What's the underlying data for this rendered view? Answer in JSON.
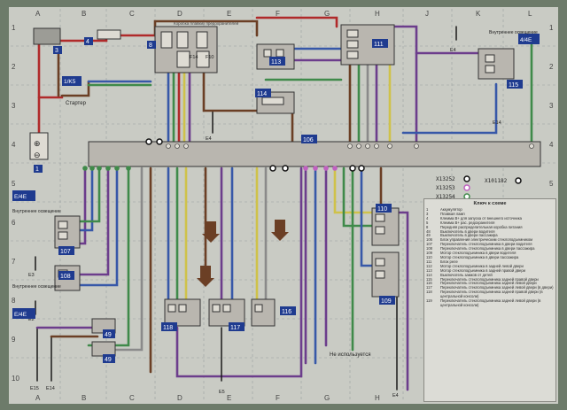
{
  "grid": {
    "cols": [
      "A",
      "B",
      "C",
      "D",
      "E",
      "F",
      "G",
      "H",
      "J",
      "K",
      "L"
    ],
    "rows": [
      "1",
      "2",
      "3",
      "4",
      "5",
      "6",
      "7",
      "8",
      "9",
      "10"
    ]
  },
  "components": {
    "c1": "1",
    "c3": "3",
    "c4": "4",
    "c8": "8",
    "c111": "111",
    "c113": "113",
    "c114": "114",
    "c115": "115",
    "c106": "106",
    "c107": "107",
    "c108": "108",
    "c110": "110",
    "c109": "109",
    "c118": "118",
    "c117": "117",
    "c116": "116",
    "c49a": "49",
    "c49b": "49",
    "c4_4e_top": "4/4E",
    "c4_4e_left1": "E/4E",
    "c4_4e_left2": "E/4E",
    "c1k5": "1/K5",
    "f14": "F14",
    "f10": "F10"
  },
  "labels": {
    "starter": "Стартер",
    "unused": "Не используется",
    "interior_light_left1": "Внутреннее освещение",
    "interior_light_left2": "Внутреннее освещение",
    "interior_light_right": "Внутреннее освещение",
    "fuse_box_label": "Коробка плавких предохранителей"
  },
  "grounds": [
    "E4",
    "E14",
    "E4",
    "E3",
    "E2",
    "E15",
    "E14",
    "E5",
    "E4"
  ],
  "connectors": {
    "x13252": "X13252",
    "x101182": "X101182",
    "x13253": "X13253",
    "x13254": "X13254"
  },
  "legend": {
    "title": "Ключ к схеме",
    "items": [
      {
        "num": "1",
        "text": "Аккумулятор"
      },
      {
        "num": "3",
        "text": "Плавкая ламп"
      },
      {
        "num": "4",
        "text": "Клемма В+ для запуска от внешнего источника"
      },
      {
        "num": "5",
        "text": "Клемма В+ рас. редохранителя"
      },
      {
        "num": "8",
        "text": "Передняя распределительная коробка питания"
      },
      {
        "num": "48",
        "text": "Выключатель в двери водителя"
      },
      {
        "num": "49",
        "text": "Выключатель в двери пассажира"
      },
      {
        "num": "106",
        "text": "Блок управления электрическим стеклоподъемником"
      },
      {
        "num": "107",
        "text": "Переключатель стеклоподъемника в двери водителя"
      },
      {
        "num": "108",
        "text": "Переключатель стеклоподъемника в двери пассажира"
      },
      {
        "num": "109",
        "text": "Мотор стеклоподъемника в двери водителя"
      },
      {
        "num": "110",
        "text": "Мотор стеклоподъемника в двери пассажира"
      },
      {
        "num": "111",
        "text": "Блок реле"
      },
      {
        "num": "112",
        "text": "Мотор стеклоподъемника в задней левой двери"
      },
      {
        "num": "113",
        "text": "Мотор стеклоподъемника в задней правой двери"
      },
      {
        "num": "114",
        "text": "Выключатель замков от детей"
      },
      {
        "num": "115",
        "text": "Переключатель стеклоподъемника задней правой двери"
      },
      {
        "num": "116",
        "text": "Переключатель стеклоподъемника задней левой двери"
      },
      {
        "num": "117",
        "text": "Переключатель стеклоподъемника задней левой двери (в двери)"
      },
      {
        "num": "118",
        "text": "Переключатель стеклоподъемника задней правой двери (в центральной консоли)"
      },
      {
        "num": "119",
        "text": "Переключатель стеклоподъемника задней левой двери (в центральной консоли)"
      }
    ]
  },
  "colors": {
    "background": "#6d7b6a",
    "paper": "#c9cbc4",
    "block": "#b9b6af",
    "wire_red": "#b02a2a",
    "wire_brown": "#6b3f25",
    "wire_purple": "#6c3d8c",
    "wire_green": "#3f8a4a",
    "wire_blue": "#3758a8",
    "wire_yellow": "#cfc24a",
    "wire_grey": "#8a8a8a",
    "wire_black": "#1a1a1a",
    "label_blue": "#1f3b8f"
  }
}
